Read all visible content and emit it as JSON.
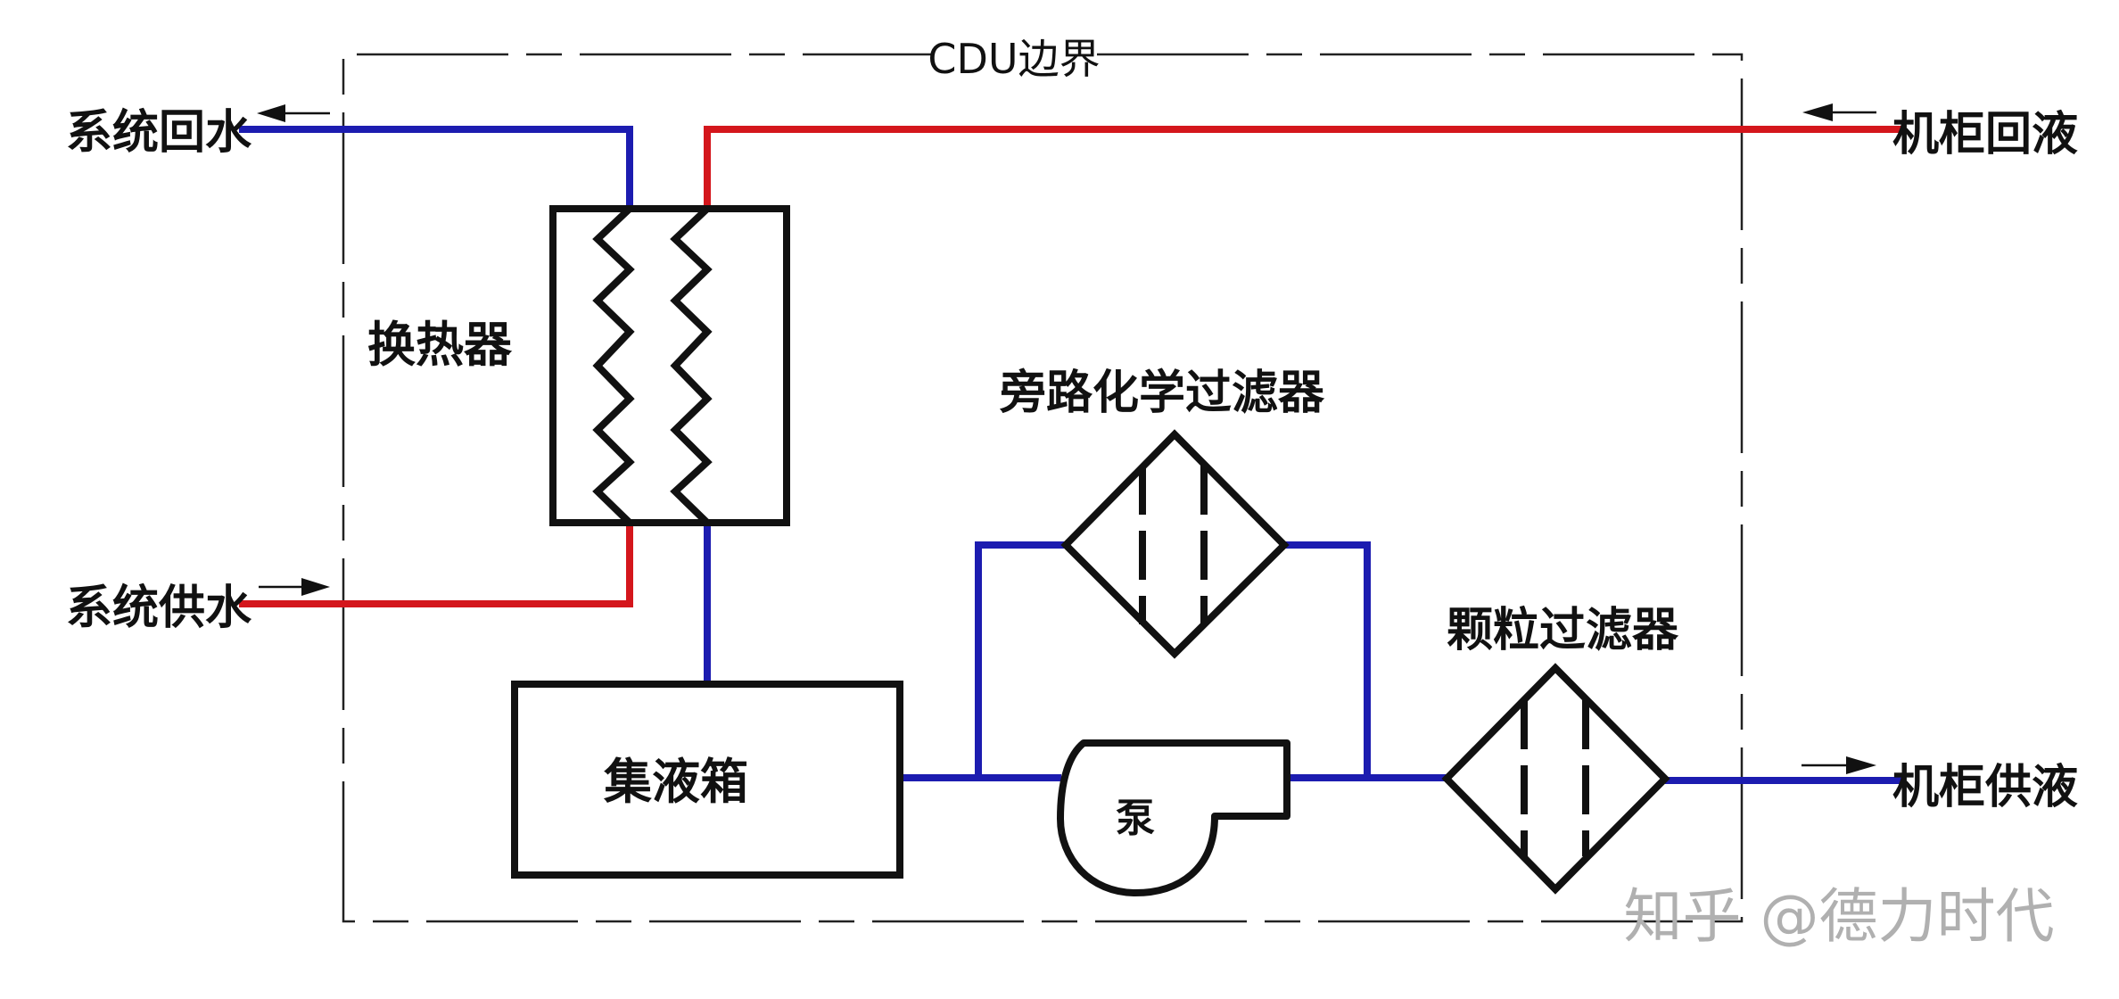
{
  "title": "CDU边界",
  "labels": {
    "system_return": "系统回水",
    "system_supply": "系统供水",
    "cabinet_return": "机柜回液",
    "cabinet_supply": "机柜供液",
    "heat_exchanger": "换热器",
    "bypass_filter": "旁路化学过滤器",
    "particle_filter": "颗粒过滤器",
    "tank": "集液箱",
    "pump": "泵"
  },
  "watermark": "知乎 @德力时代",
  "colors": {
    "hot_pipe": "#d4161c",
    "cold_pipe": "#1c1cb0",
    "outline": "#111111",
    "boundary": "#222222"
  }
}
